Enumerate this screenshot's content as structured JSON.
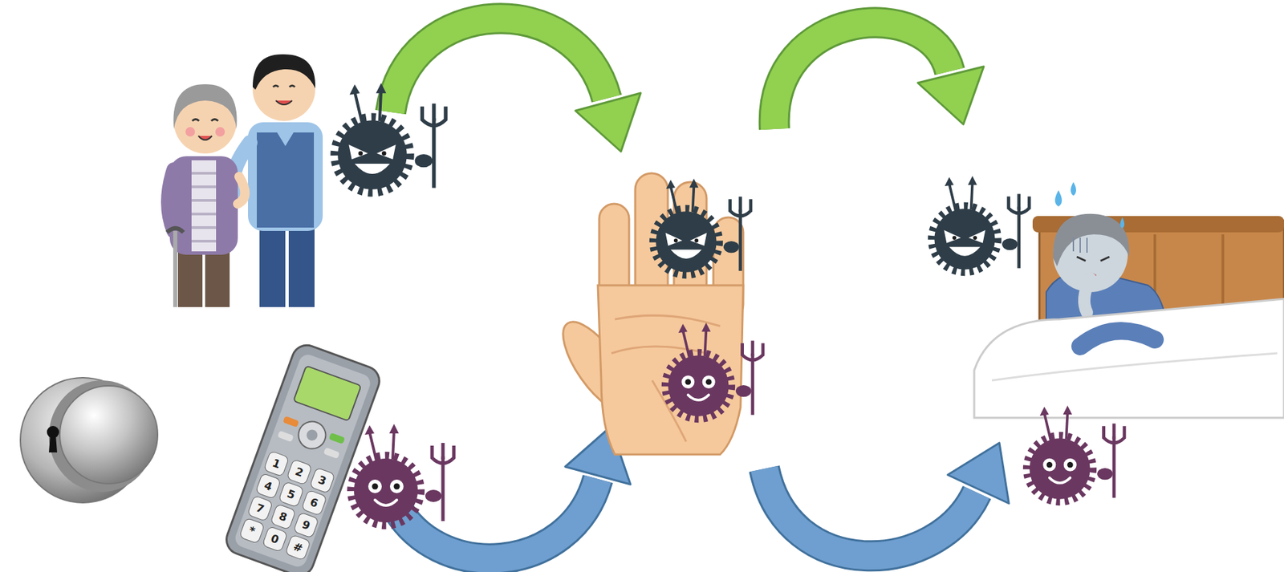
{
  "diagram": {
    "labels": [
      "1",
      "2",
      "3",
      "4",
      "5",
      "6",
      "7",
      "8",
      "9",
      "*",
      "0",
      "#"
    ]
  }
}
